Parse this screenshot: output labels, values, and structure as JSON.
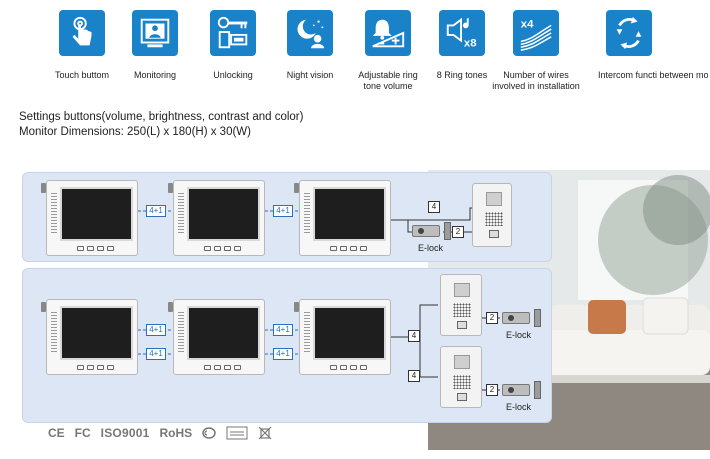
{
  "features": [
    {
      "icon": "touch-hand-icon",
      "caption": "Touch buttom"
    },
    {
      "icon": "monitor-person-icon",
      "caption": "Monitoring"
    },
    {
      "icon": "key-unlock-icon",
      "caption": "Unlocking"
    },
    {
      "icon": "moon-night-icon",
      "caption": "Night vision"
    },
    {
      "icon": "bell-volume-icon",
      "caption": "Adjustable ring\ntone volume"
    },
    {
      "icon": "speaker-note-icon",
      "caption": "8 Ring tones",
      "tile_text": "x8"
    },
    {
      "icon": "wires-icon",
      "caption": "Number of wires\ninvolved in installation",
      "tile_text": "x4"
    },
    {
      "icon": "intercom-arrows-icon",
      "caption": "Intercom functi\nbetween monit"
    }
  ],
  "specs": {
    "line1": "Settings buttons(volume, brightness, contrast and color)",
    "line2": "Monitor Dimensions: 250(L) x 180(H) x 30(W)"
  },
  "diagram": {
    "wire_badge": "4+1",
    "wire_count": "4",
    "lock_wire_count": "2",
    "elock_label": "E-lock"
  },
  "certifications": {
    "ce": "CE",
    "fcc": "FC",
    "iso": "ISO9001",
    "rohs": "RoHS"
  },
  "colors": {
    "tile_blue": "#1a82c9",
    "panel_bg": "#dde6f4",
    "wire_blue": "#2a6fc0"
  }
}
